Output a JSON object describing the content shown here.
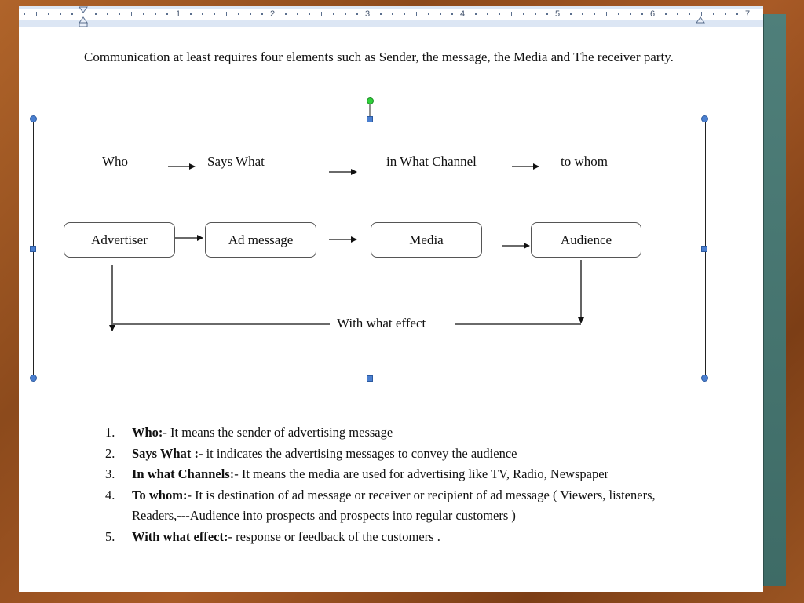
{
  "ruler": {
    "numbers": [
      "1",
      "2",
      "3",
      "4",
      "5",
      "6",
      "7"
    ]
  },
  "intro": {
    "text": "Communication at least requires four elements such as Sender, the message, the Media and The receiver party."
  },
  "diagram": {
    "labels": {
      "who": "Who",
      "says_what": "Says What",
      "channel": "in What Channel",
      "to_whom": "to whom"
    },
    "nodes": {
      "advertiser": "Advertiser",
      "ad_message": "Ad message",
      "media": "Media",
      "audience": "Audience"
    },
    "effect": "With what effect"
  },
  "list": [
    {
      "num": "1.",
      "term": "Who:",
      "desc": "- It means the sender of advertising message"
    },
    {
      "num": "2.",
      "term": "Says What :",
      "desc": "- it indicates the advertising messages to convey the audience"
    },
    {
      "num": "3.",
      "term": "In what Channels:",
      "desc": "-  It means the media are used for advertising like TV, Radio, Newspaper"
    },
    {
      "num": "4.",
      "term": "To whom:",
      "desc": "- It is destination of ad message or receiver or recipient of ad message ( Viewers, listeners, Readers,---Audience into prospects and prospects into regular customers  )"
    },
    {
      "num": "5.",
      "term": "With what effect:",
      "desc": "-  response or feedback of the customers ."
    }
  ],
  "colors": {
    "handle": "#4a7fd0",
    "rotate_handle": "#2fd03a",
    "ruler_bg": "#dce6f4"
  }
}
